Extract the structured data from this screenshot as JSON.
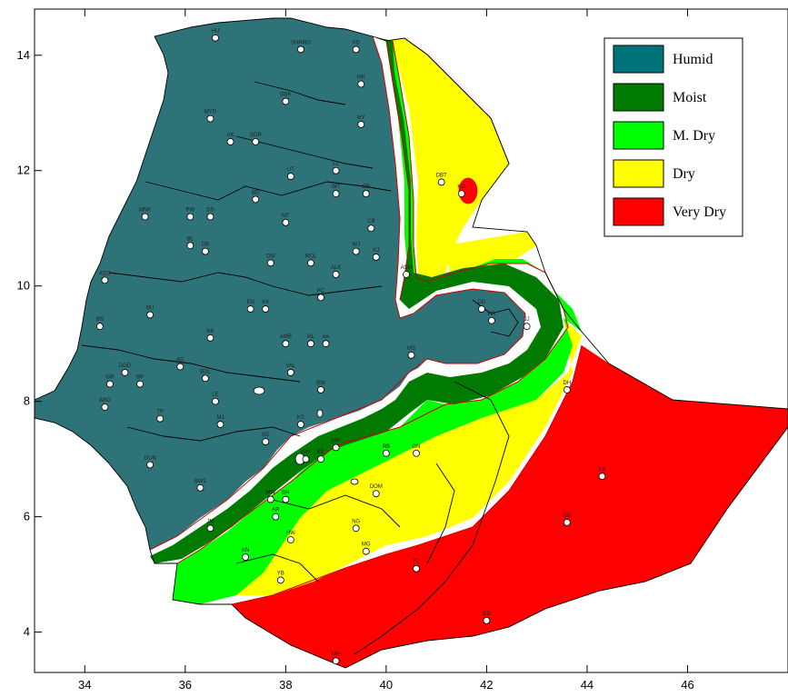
{
  "map": {
    "x_ticks": [
      {
        "value": 34,
        "label": "34"
      },
      {
        "value": 36,
        "label": "36"
      },
      {
        "value": 38,
        "label": "38"
      },
      {
        "value": 40,
        "label": "40"
      },
      {
        "value": 42,
        "label": "42"
      },
      {
        "value": 44,
        "label": "44"
      },
      {
        "value": 46,
        "label": "46"
      }
    ],
    "y_ticks": [
      {
        "value": 4,
        "label": "4"
      },
      {
        "value": 6,
        "label": "6"
      },
      {
        "value": 8,
        "label": "8"
      },
      {
        "value": 10,
        "label": "10"
      },
      {
        "value": 12,
        "label": "12"
      },
      {
        "value": 14,
        "label": "14"
      }
    ],
    "x_range": [
      33,
      48
    ],
    "y_range": [
      3.3,
      14.8
    ],
    "legend": {
      "placement": "top-right",
      "items": [
        {
          "label": "Humid",
          "color": "#00737a"
        },
        {
          "label": "Moist",
          "color": "#007a00"
        },
        {
          "label": "M. Dry",
          "color": "#00ff00"
        },
        {
          "label": "Dry",
          "color": "#ffff00"
        },
        {
          "label": "Very Dry",
          "color": "#ff0000"
        }
      ]
    },
    "colors": {
      "humid": "#2e7378",
      "moist": "#007a00",
      "mdry": "#00ff00",
      "dry": "#ffff00",
      "vdry": "#ff0000",
      "border": "#000000",
      "boundary": "#d00000"
    },
    "stations": [
      {
        "id": "HU",
        "lon": 36.6,
        "lat": 14.3
      },
      {
        "id": "SHRRO",
        "lon": 38.3,
        "lat": 14.1
      },
      {
        "id": "AD",
        "lon": 39.4,
        "lat": 14.1
      },
      {
        "id": "MK",
        "lon": 39.5,
        "lat": 13.5
      },
      {
        "id": "DBK",
        "lon": 38.0,
        "lat": 13.2
      },
      {
        "id": "MYD",
        "lon": 36.5,
        "lat": 12.9
      },
      {
        "id": "MY",
        "lon": 39.5,
        "lat": 12.8
      },
      {
        "id": "AK",
        "lon": 36.9,
        "lat": 12.5
      },
      {
        "id": "GDR",
        "lon": 37.4,
        "lat": 12.5
      },
      {
        "id": "LL",
        "lon": 39.0,
        "lat": 12.0
      },
      {
        "id": "DBT",
        "lon": 41.1,
        "lat": 11.8
      },
      {
        "id": "UT",
        "lon": 38.1,
        "lat": 11.9
      },
      {
        "id": "KO",
        "lon": 41.5,
        "lat": 11.6
      },
      {
        "id": "WT",
        "lon": 39.0,
        "lat": 11.6
      },
      {
        "id": "SR",
        "lon": 39.6,
        "lat": 11.6
      },
      {
        "id": "BD",
        "lon": 37.4,
        "lat": 11.5
      },
      {
        "id": "MNK",
        "lon": 35.2,
        "lat": 11.2
      },
      {
        "id": "PW",
        "lon": 36.1,
        "lat": 11.2
      },
      {
        "id": "DS",
        "lon": 36.5,
        "lat": 11.2
      },
      {
        "id": "MT",
        "lon": 38.0,
        "lat": 11.1
      },
      {
        "id": "CB",
        "lon": 39.7,
        "lat": 11.0
      },
      {
        "id": "BL",
        "lon": 36.1,
        "lat": 10.7
      },
      {
        "id": "DB",
        "lon": 36.4,
        "lat": 10.6
      },
      {
        "id": "WJ",
        "lon": 39.4,
        "lat": 10.6
      },
      {
        "id": "KJ",
        "lon": 39.8,
        "lat": 10.5
      },
      {
        "id": "DM",
        "lon": 37.7,
        "lat": 10.4
      },
      {
        "id": "MOL",
        "lon": 38.5,
        "lat": 10.4
      },
      {
        "id": "ALK",
        "lon": 39.0,
        "lat": 10.2
      },
      {
        "id": "ASH",
        "lon": 40.4,
        "lat": 10.2
      },
      {
        "id": "KED",
        "lon": 34.4,
        "lat": 10.1
      },
      {
        "id": "FC",
        "lon": 38.7,
        "lat": 9.8
      },
      {
        "id": "EN",
        "lon": 37.3,
        "lat": 9.6
      },
      {
        "id": "KK",
        "lon": 37.6,
        "lat": 9.6
      },
      {
        "id": "DD",
        "lon": 41.9,
        "lat": 9.6
      },
      {
        "id": "HR",
        "lon": 42.1,
        "lat": 9.4
      },
      {
        "id": "JJ",
        "lon": 42.8,
        "lat": 9.3
      },
      {
        "id": "BU",
        "lon": 35.3,
        "lat": 9.5
      },
      {
        "id": "BS",
        "lon": 34.3,
        "lat": 9.3
      },
      {
        "id": "NK",
        "lon": 36.5,
        "lat": 9.1
      },
      {
        "id": "AMB",
        "lon": 38.0,
        "lat": 9.0
      },
      {
        "id": "AA",
        "lon": 38.8,
        "lat": 9.0
      },
      {
        "id": "ML",
        "lon": 38.5,
        "lat": 9.0
      },
      {
        "id": "MS",
        "lon": 40.5,
        "lat": 8.8
      },
      {
        "id": "DDD",
        "lon": 34.8,
        "lat": 8.5
      },
      {
        "id": "AG",
        "lon": 35.9,
        "lat": 8.6
      },
      {
        "id": "BDL",
        "lon": 36.4,
        "lat": 8.4
      },
      {
        "id": "VAL",
        "lon": 38.1,
        "lat": 8.5
      },
      {
        "id": "GR",
        "lon": 34.5,
        "lat": 8.3
      },
      {
        "id": "BR",
        "lon": 35.1,
        "lat": 8.3
      },
      {
        "id": "BW",
        "lon": 38.7,
        "lat": 8.2
      },
      {
        "id": "DH",
        "lon": 43.6,
        "lat": 8.2
      },
      {
        "id": "LE",
        "lon": 36.6,
        "lat": 8.0
      },
      {
        "id": "ABO",
        "lon": 34.4,
        "lat": 7.9
      },
      {
        "id": "MJ",
        "lon": 36.7,
        "lat": 7.6
      },
      {
        "id": "TP",
        "lon": 35.5,
        "lat": 7.7
      },
      {
        "id": "KS",
        "lon": 38.3,
        "lat": 7.6
      },
      {
        "id": "SO",
        "lon": 37.6,
        "lat": 7.3
      },
      {
        "id": "MR",
        "lon": 39.0,
        "lat": 7.2
      },
      {
        "id": "RB",
        "lon": 40.0,
        "lat": 7.1
      },
      {
        "id": "GN",
        "lon": 40.6,
        "lat": 7.1
      },
      {
        "id": "AW",
        "lon": 38.4,
        "lat": 7.0
      },
      {
        "id": "KE",
        "lon": 38.7,
        "lat": 7.0
      },
      {
        "id": "GUN",
        "lon": 35.3,
        "lat": 6.9
      },
      {
        "id": "KB",
        "lon": 44.3,
        "lat": 6.7
      },
      {
        "id": "DOM",
        "lon": 39.8,
        "lat": 6.4
      },
      {
        "id": "BW2",
        "lon": 36.3,
        "lat": 6.5
      },
      {
        "id": "MW",
        "lon": 37.7,
        "lat": 6.3
      },
      {
        "id": "BH",
        "lon": 38.0,
        "lat": 6.3
      },
      {
        "id": "JM",
        "lon": 36.5,
        "lat": 5.8
      },
      {
        "id": "AR",
        "lon": 37.8,
        "lat": 6.0
      },
      {
        "id": "GG",
        "lon": 43.6,
        "lat": 5.9
      },
      {
        "id": "HW",
        "lon": 38.1,
        "lat": 5.6
      },
      {
        "id": "NG",
        "lon": 39.4,
        "lat": 5.8
      },
      {
        "id": "KN",
        "lon": 37.2,
        "lat": 5.3
      },
      {
        "id": "MG",
        "lon": 39.6,
        "lat": 5.4
      },
      {
        "id": "FL",
        "lon": 40.6,
        "lat": 5.1
      },
      {
        "id": "YB",
        "lon": 37.9,
        "lat": 4.9
      },
      {
        "id": "GD",
        "lon": 42.0,
        "lat": 4.2
      },
      {
        "id": "MH",
        "lon": 39.0,
        "lat": 3.5
      }
    ]
  }
}
